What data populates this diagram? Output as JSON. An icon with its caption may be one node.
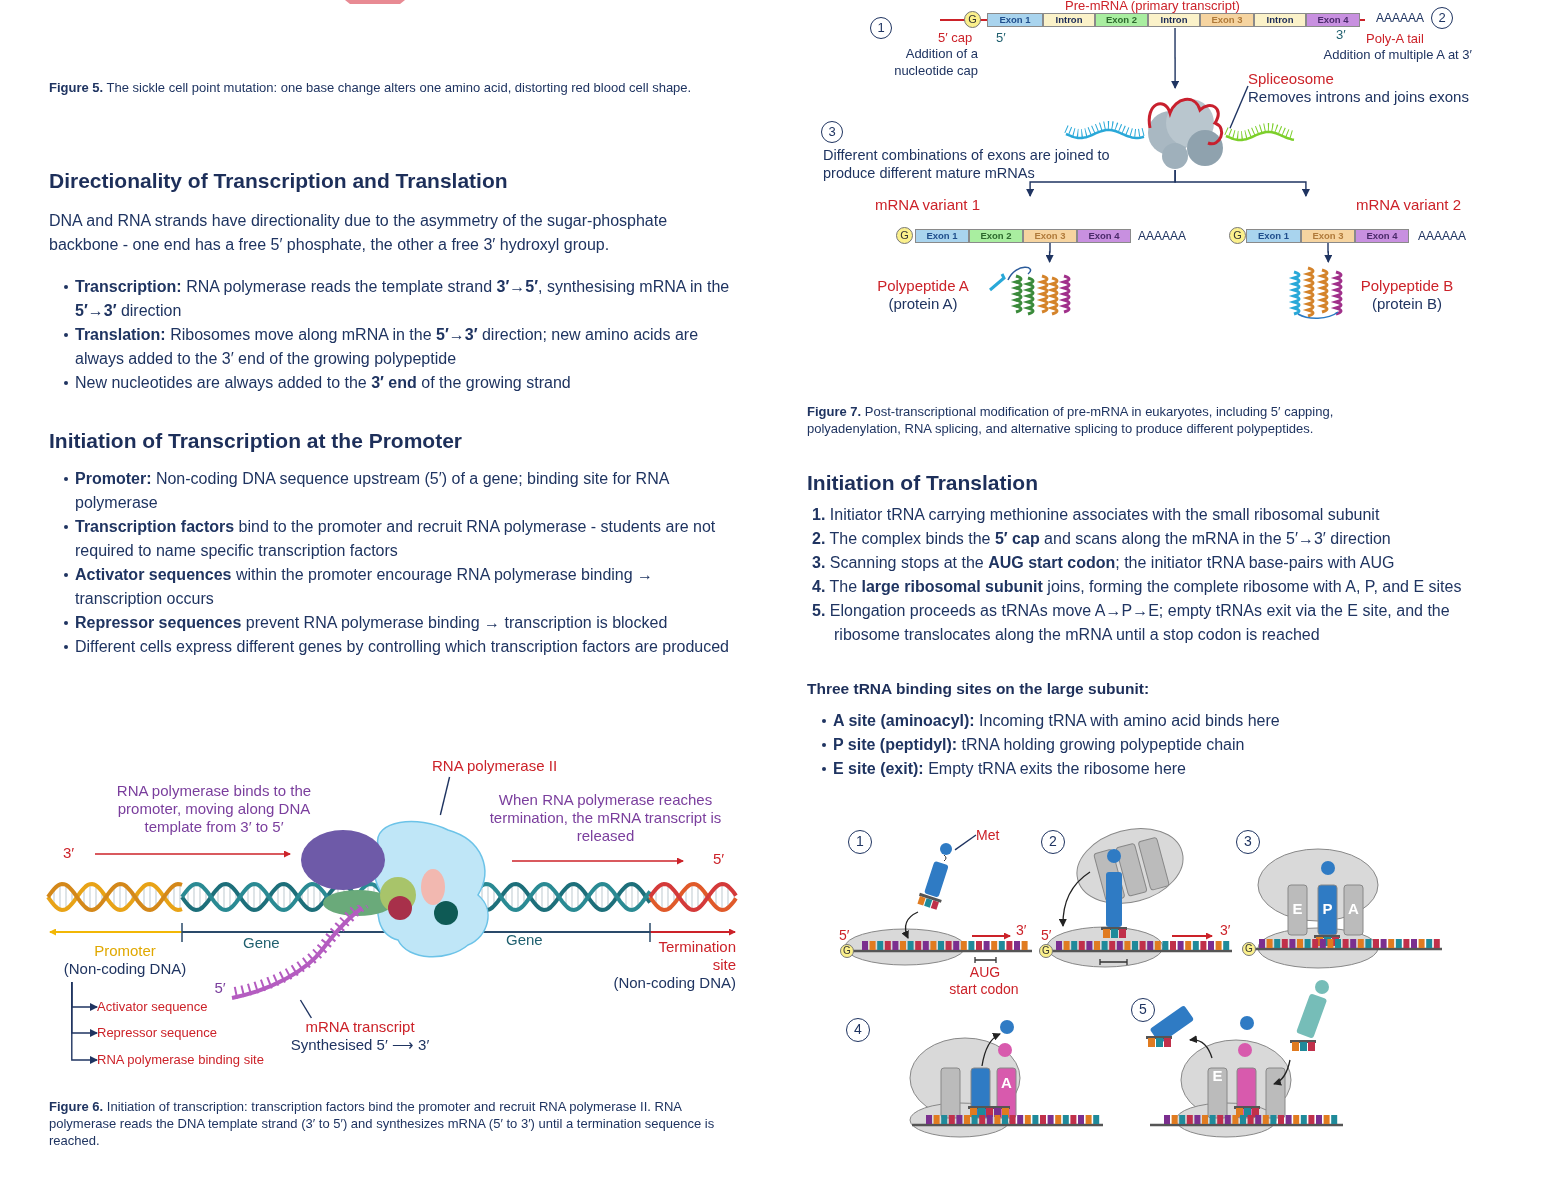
{
  "diagram": {
    "nodes": [
      {
        "text": [
          "RNA polymerase II"
        ]
      },
      {
        "text": [],
        "shape": "picture"
      },
      {
        "text": [],
        "shape": "picture",
        "beside": [
          "5′"
        ]
      },
      {
        "text": [
          "mRNA transcript",
          "Synthesised 5′ ⟶ 3′"
        ]
      },
      {
        "text": [
          "Promoter",
          "(Non-coding DNA)"
        ]
      },
      {
        "text": [
          "Activator sequence"
        ]
      },
      {
        "text": [
          "Repressor sequence"
        ]
      },
      {
        "text": [
          "RNA polymerase binding site"
        ]
      },
      {
        "text": [
          "Pre-mRNA (primary transcript)"
        ]
      },
      {
        "text": [
          "G"
        ],
        "in": 8
      },
      {
        "text": [
          "Exon 1"
        ],
        "in": 8
      },
      {
        "text": [
          "Intron"
        ],
        "in": 8
      },
      {
        "text": [
          "Exon 2"
        ],
        "in": 8
      },
      {
        "text": [
          "Intron"
        ],
        "in": 8
      },
      {
        "text": [
          "Exon 3"
        ],
        "in": 8
      },
      {
        "text": [
          "Intron"
        ],
        "in": 8
      },
      {
        "text": [
          "Exon 4"
        ],
        "in": 8,
        "beside": [
          "AAAAAA"
        ]
      },
      {
        "text": [
          "Spliceosome",
          "Removes introns and joins exons"
        ]
      },
      {
        "text": [],
        "shape": "picture"
      },
      {
        "text": [
          "mRNA variant 1"
        ]
      },
      {
        "text": [
          "G"
        ],
        "in": 19
      },
      {
        "text": [
          "Exon 1"
        ],
        "in": 19
      },
      {
        "text": [
          "Exon 2"
        ],
        "in": 19
      },
      {
        "text": [
          "Exon 3"
        ],
        "in": 19
      },
      {
        "text": [
          "Exon 4"
        ],
        "in": 19,
        "beside": [
          "AAAAAA"
        ]
      },
      {
        "text": [
          "mRNA variant 2"
        ]
      },
      {
        "text": [
          "G"
        ],
        "in": 25
      },
      {
        "text": [
          "Exon 1"
        ],
        "in": 25
      },
      {
        "text": [
          "Exon 3"
        ],
        "in": 25
      },
      {
        "text": [
          "Exon 4"
        ],
        "in": 25,
        "beside": [
          "AAAAAA"
        ]
      },
      {
        "text": [],
        "shape": "picture",
        "beside": [
          "Polypeptide A",
          "(protein A)"
        ]
      },
      {
        "text": [],
        "shape": "picture",
        "beside": [
          "Polypeptide B",
          "(protein B)"
        ]
      },
      {
        "text": [
          "Met"
        ]
      },
      {
        "text": [],
        "shape": "picture"
      }
    ],
    "edges": [
      {
        "from": 0,
        "to": 1,
        "arrow": "none"
      },
      {
        "from": 3,
        "to": 2,
        "arrow": "none"
      },
      {
        "from": 4,
        "to": 5,
        "arrow": "to"
      },
      {
        "from": 4,
        "to": 6,
        "arrow": "to"
      },
      {
        "from": 4,
        "to": 7,
        "arrow": "to"
      },
      {
        "from": 8,
        "to": 18,
        "arrow": "to"
      },
      {
        "from": 17,
        "to": 18,
        "arrow": "none"
      },
      {
        "from": 18,
        "to": 19,
        "arrow": "to"
      },
      {
        "from": 18,
        "to": 25,
        "arrow": "to"
      },
      {
        "from": 23,
        "to": 30,
        "arrow": "to"
      },
      {
        "from": 28,
        "to": 31,
        "arrow": "to"
      },
      {
        "from": 32,
        "to": 33,
        "arrow": "none"
      }
    ],
    "labels": [
      "**Figure 5.** The sickle cell point mutation: one base change alters one amino acid, distorting red blood cell shape.",
      "Directionality of Transcription and Translation",
      "DNA and RNA strands have directionality due to the asymmetry of the sugar-phosphate backbone - one end has a free 5′ phosphate, the other a free 3′ hydroxyl group.",
      "**Transcription:** RNA polymerase reads the template strand **3′→5′**, synthesising mRNA in the **5′→3′** direction",
      "**Translation:** Ribosomes move along mRNA in the **5′→3′** direction; new amino acids are always added to the 3′ end of the growing polypeptide",
      "New nucleotides are always added to the **3′ end** of the growing strand",
      "Initiation of Transcription at the Promoter",
      "**Promoter:** Non-coding DNA sequence upstream (5′) of a gene; binding site for RNA polymerase",
      "**Transcription factors** bind to the promoter and recruit RNA polymerase - students are not required to name specific transcription factors",
      "**Activator sequences** within the promoter encourage RNA polymerase binding → transcription occurs",
      "**Repressor sequences** prevent RNA polymerase binding → transcription is blocked",
      "Different cells express different genes by controlling which transcription factors are produced",
      "RNA polymerase binds to the promoter, moving along DNA template from 3′ to 5′",
      "When RNA polymerase reaches termination, the mRNA transcript is released",
      "3′",
      "5′",
      "Gene",
      "Gene",
      "Termination site",
      "(Non-coding DNA)",
      "**Figure 6.** Initiation of transcription: transcription factors bind the promoter and recruit RNA polymerase II. RNA polymerase reads the DNA template strand (3′ to 5′) and synthesizes mRNA (5′ to 3′) until a termination sequence is reached.",
      "1",
      "5′ cap",
      "Addition of a nucleotide cap",
      "5′",
      "3′",
      "2",
      "Poly-A tail",
      "Addition of multiple A at 3′",
      "3",
      "Different combinations of exons are joined to produce different mature mRNAs",
      "**Figure 7.** Post-transcriptional modification of pre-mRNA in eukaryotes, including 5′ capping, polyadenylation, RNA splicing, and alternative splicing to produce different polypeptides.",
      "Initiation of Translation",
      "**1.** Initiator tRNA carrying methionine associates with the small ribosomal subunit",
      "**2.** The complex binds the **5′ cap** and scans along the mRNA in the 5′→3′ direction",
      "**3.** Scanning stops at the **AUG start codon**; the initiator tRNA base-pairs with AUG",
      "**4.** The **large ribosomal subunit** joins, forming the complete ribosome with A, P, and E sites",
      "**5.** Elongation proceeds as tRNAs move A→P→E; empty tRNAs exit via the E site, and the ribosome translocates along the mRNA until a stop codon is reached",
      "Three tRNA binding sites on the large subunit:",
      "**A site (aminoacyl):** Incoming tRNA with amino acid binds here",
      "**P site (peptidyl):** tRNA holding growing polypeptide chain",
      "**E site (exit):** Empty tRNA exits the ribosome here",
      "1",
      "2",
      "3",
      "4",
      "5",
      "5′",
      "3′",
      "AUG",
      "start codon",
      "5′",
      "3′",
      "E",
      "P",
      "A",
      "A",
      "E",
      "G",
      "G",
      "G"
    ]
  }
}
